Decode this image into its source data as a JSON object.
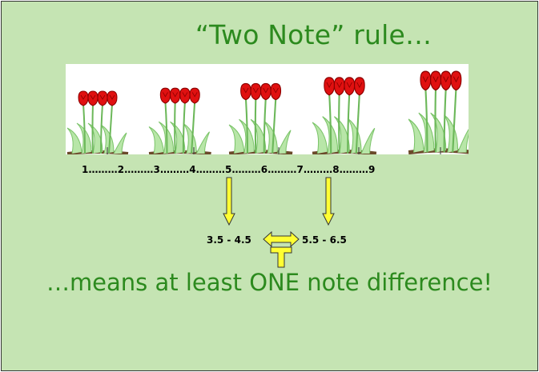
{
  "slide": {
    "title": "“Two Note” rule…",
    "scale_text": "1………2………3………4………5………6………7………8………9",
    "range_left": "3.5 - 4.5",
    "range_right": "5.5 - 6.5",
    "conclusion": "…means at least ONE note difference!"
  },
  "colors": {
    "background": "#c5e4b3",
    "title_green": "#2c8a1e",
    "arrow_yellow": "#ffff33",
    "tulip_red": "#e01010",
    "stem_green": "#9ad48a"
  },
  "icons": {
    "tulip_groups": "tulip-bouquet-icon",
    "down_arrows": "down-arrow-icon",
    "double_arrow": "left-right-arrow-icon",
    "stem_arrow": "t-arrow-icon"
  }
}
